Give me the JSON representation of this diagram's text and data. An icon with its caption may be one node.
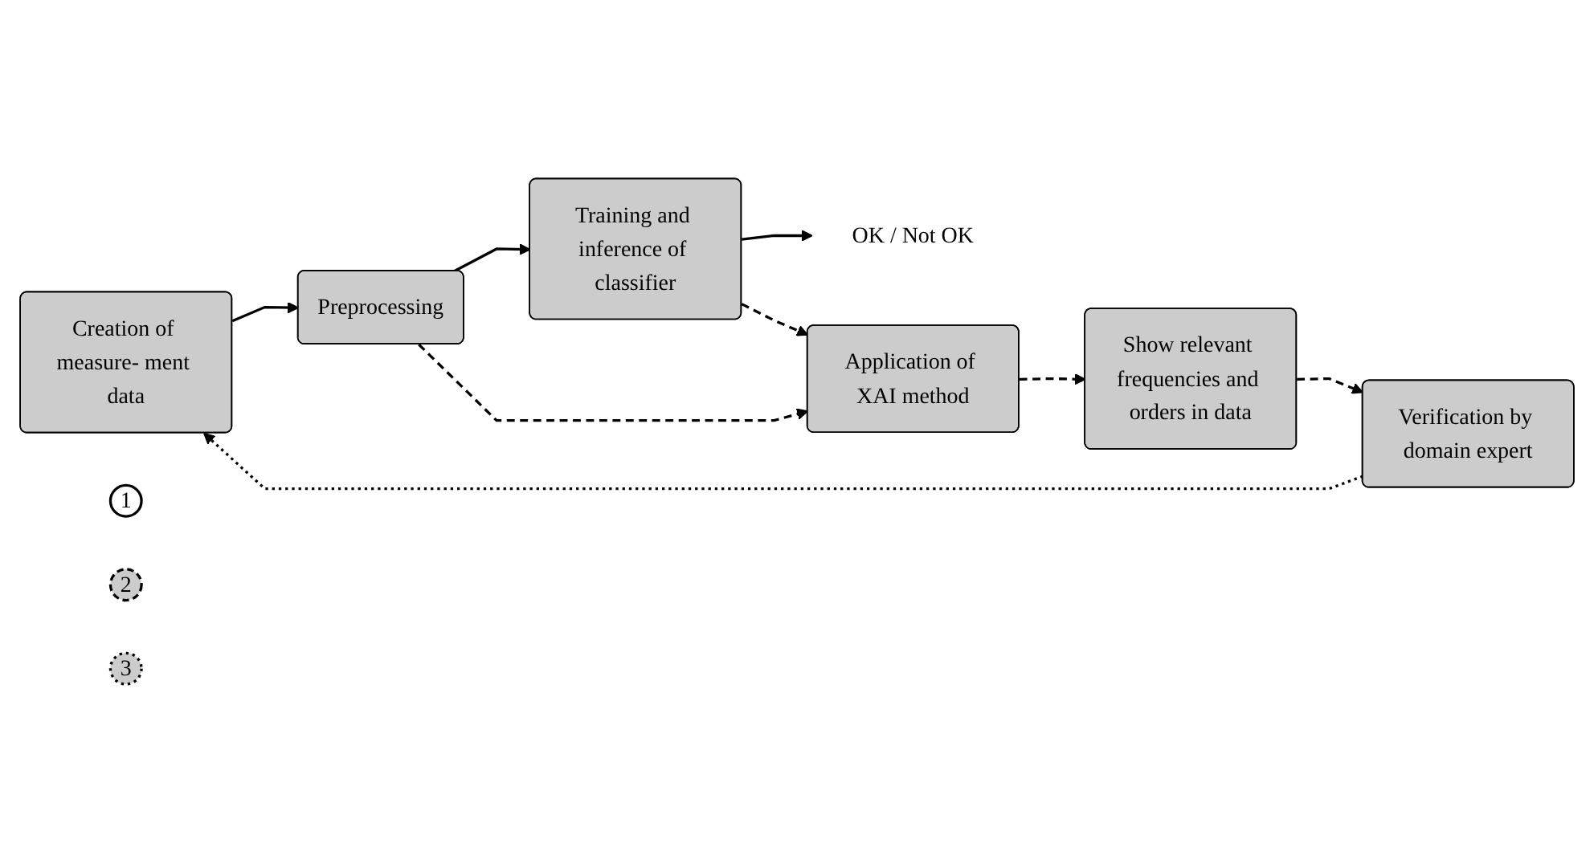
{
  "diagram": {
    "nodes": [
      {
        "text": [
          "Creation of measure- ment data"
        ]
      },
      {
        "text": [
          "Preprocessing"
        ]
      },
      {
        "text": [
          "1"
        ]
      },
      {
        "text": [
          "Training and inference of classifier"
        ]
      },
      {
        "text": [
          "OK / Not OK"
        ]
      },
      {
        "text": [
          "2"
        ]
      },
      {
        "text": [
          "Application of XAI method"
        ]
      },
      {
        "text": [
          "Show relevant frequencies and orders in data"
        ]
      },
      {
        "text": [
          "3"
        ]
      },
      {
        "text": [
          "Verification by domain expert"
        ]
      }
    ],
    "edges": [
      {
        "from": 0,
        "to": 1,
        "arrow": "to"
      },
      {
        "from": 1,
        "to": 3,
        "arrow": "to"
      },
      {
        "from": 3,
        "to": 4,
        "arrow": "to"
      },
      {
        "from": 1,
        "to": 6,
        "arrow": "to",
        "style": "dashed"
      },
      {
        "from": 3,
        "to": 6,
        "arrow": "to",
        "style": "dashed"
      },
      {
        "from": 6,
        "to": 7,
        "arrow": "to",
        "style": "dashed"
      },
      {
        "from": 7,
        "to": 9,
        "arrow": "to",
        "style": "dashed"
      },
      {
        "from": 9,
        "to": 0,
        "arrow": "to",
        "style": "dashed"
      }
    ]
  }
}
